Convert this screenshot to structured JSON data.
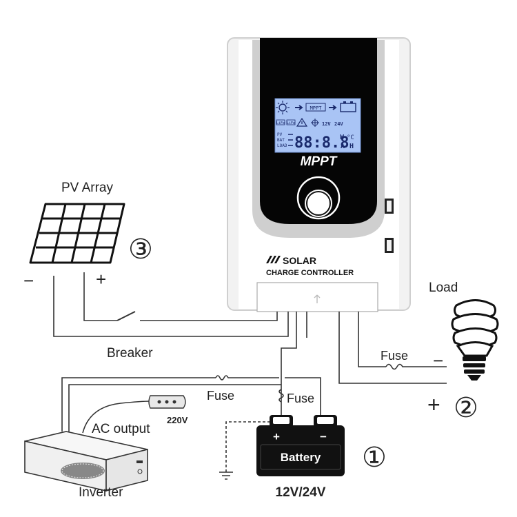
{
  "controller": {
    "lcd": {
      "mppt_small": "MPPT",
      "voltage_12": "12V",
      "voltage_24": "24V",
      "tag_lifepo": "LiFe",
      "tag_li": "LiFe",
      "row_pv": "PV",
      "row_bat": "BAT",
      "row_load": "LOAD",
      "digits": "88:8.8",
      "unit_w": "W",
      "unit_c": "°C",
      "unit_a": "A",
      "unit_h": "H"
    },
    "brand_text": "MPPT",
    "logo_text": "SOLAR",
    "subtitle": "CHARGE CONTROLLER"
  },
  "labels": {
    "pv_array": "PV Array",
    "pv_minus": "−",
    "pv_plus": "+",
    "step3": "③",
    "breaker": "Breaker",
    "load": "Load",
    "load_minus": "−",
    "load_plus": "+",
    "step2": "②",
    "fuse_load": "Fuse",
    "fuse_inverter": "Fuse",
    "fuse_battery": "Fuse",
    "ac_output": "AC output",
    "ac_voltage": "220V",
    "inverter": "Inverter",
    "battery": "Battery",
    "battery_plus": "+",
    "battery_minus": "−",
    "battery_voltage": "12V/24V",
    "step1": "①"
  }
}
